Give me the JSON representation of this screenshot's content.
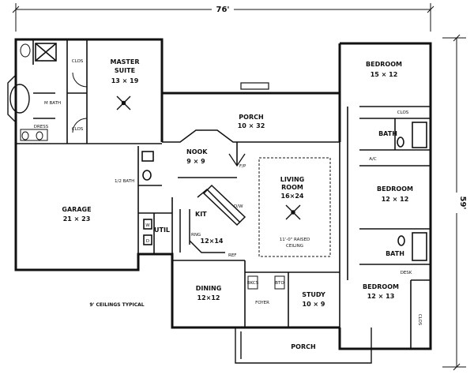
{
  "dimensions": {
    "width": "76'",
    "depth": "59'"
  },
  "rooms": [
    {
      "id": "master-suite",
      "name": "MASTER SUITE",
      "size": "13 × 19"
    },
    {
      "id": "porch-rear",
      "name": "PORCH",
      "size": "10 × 32"
    },
    {
      "id": "bedroom-1",
      "name": "BEDROOM",
      "size": "15 × 12"
    },
    {
      "id": "nook",
      "name": "NOOK",
      "size": "9 × 9"
    },
    {
      "id": "garage",
      "name": "GARAGE",
      "size": "21 × 23"
    },
    {
      "id": "kitchen",
      "name": "KIT",
      "size": "12×14"
    },
    {
      "id": "living-room",
      "name": "LIVING ROOM",
      "size": "16×24"
    },
    {
      "id": "bedroom-2",
      "name": "BEDROOM",
      "size": "12 × 12"
    },
    {
      "id": "dining",
      "name": "DINING",
      "size": "12×12"
    },
    {
      "id": "study",
      "name": "STUDY",
      "size": "10 × 9"
    },
    {
      "id": "bedroom-3",
      "name": "BEDROOM",
      "size": "12 × 13"
    },
    {
      "id": "porch-front",
      "name": "PORCH",
      "size": ""
    }
  ],
  "labels": {
    "clos": "CLOS",
    "m_bath": "M BATH",
    "dress": "DRESS",
    "half_bath": "1/2 BATH",
    "bath": "BATH",
    "ac": "A/C",
    "fp": "F/P",
    "dw": "D/W",
    "ref": "REF",
    "util": "UTIL",
    "w": "W",
    "d": "D",
    "rng": "RNG",
    "desk": "DESK",
    "foyer": "FOYER",
    "bkcs": "BKCS",
    "bto": "BTO",
    "ceiling_note_1": "11'-0\" RAISED",
    "ceiling_note_2": "CEILING",
    "ceilings_typical": "9' CEILINGS TYPICAL"
  }
}
